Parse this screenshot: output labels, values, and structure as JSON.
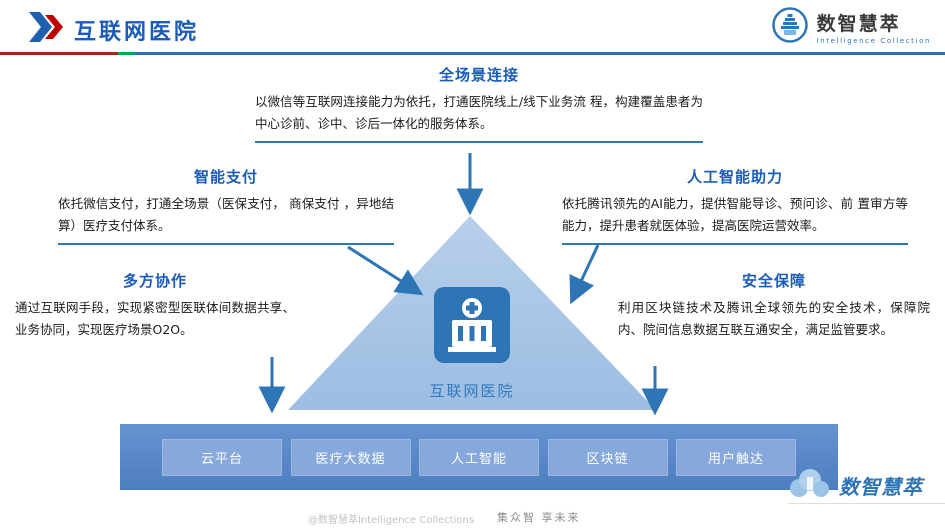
{
  "colors": {
    "accent_blue": "#1a5cb8",
    "arrow_blue": "#2e75b6",
    "triangle_fill": "#a9c5e5",
    "platform_bar": "#5080c1",
    "platform_box": "#86a8db",
    "divider_red": "#a3251c",
    "divider_green": "#00a650",
    "divider_blue": "#2c6fbb"
  },
  "header": {
    "title": "互联网医院",
    "brand_name": "数智慧萃",
    "brand_subtitle": "Intelligence Collection"
  },
  "sections": {
    "full_scene": {
      "title": "全场景连接",
      "body": "以微信等互联网连接能力为依托，打通医院线上/线下业务流 程，构建覆盖患者为中心诊前、诊中、诊后一体化的服务体系。"
    },
    "smart_pay": {
      "title": "智能支付",
      "body": "依托微信支付，打通全场景（医保支付， 商保支付 ，异地结算）医疗支付体系。"
    },
    "ai_assist": {
      "title": "人工智能助力",
      "body": "依托腾讯领先的AI能力，提供智能导诊、预问诊、前 置审方等能力，提升患者就医体验，提高医院运营效率。"
    },
    "multi_collab": {
      "title": "多方协作",
      "body": "通过互联网手段，实现紧密型医联体间数据共享、业务协同，实现医疗场景O2O。"
    },
    "security": {
      "title": "安全保障",
      "body": "利用区块链技术及腾讯全球领先的安全技术，保障院 内、院间信息数据互联互通安全，满足监管要求。"
    }
  },
  "pyramid": {
    "label": "互联网医院"
  },
  "platform": {
    "items": [
      "云平台",
      "医疗大数据",
      "人工智能",
      "区块链",
      "用户触达"
    ]
  },
  "footer": {
    "credit": "@数智慧萃Intelligence Collections",
    "slogan": "集众智 享未来",
    "watermark": "数智慧萃"
  }
}
